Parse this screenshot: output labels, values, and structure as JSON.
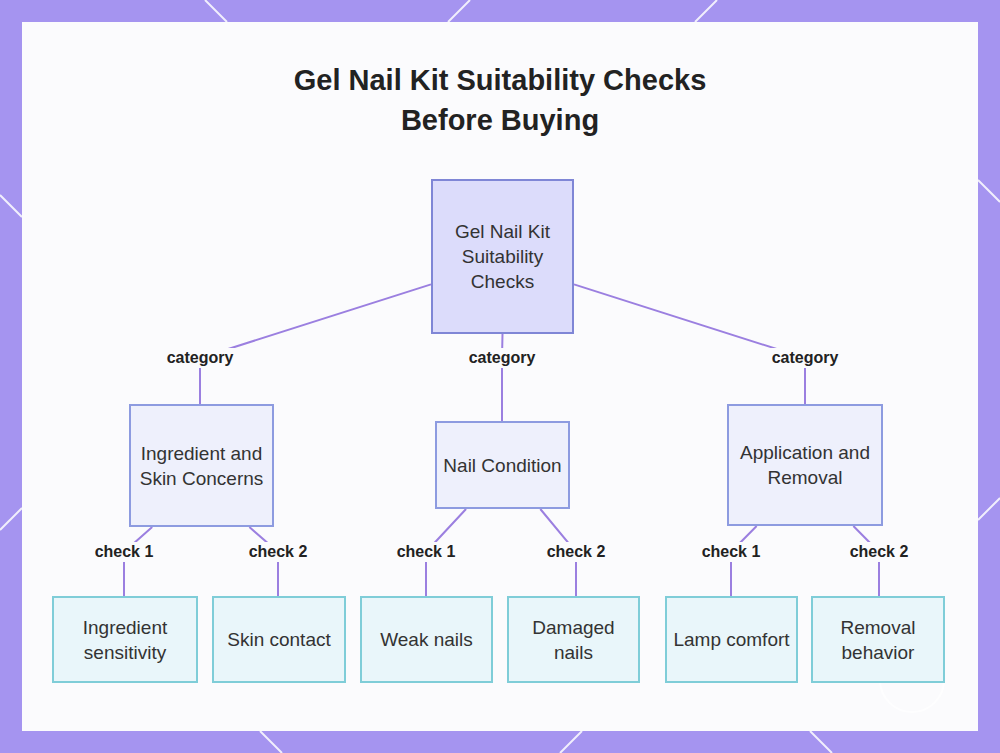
{
  "diagram": {
    "title": "Gel Nail Kit Suitability Checks Before Buying",
    "nodes": [
      {
        "text": [
          "Gel Nail Kit Suitability Checks"
        ]
      },
      {
        "text": [
          "Ingredient and Skin Concerns"
        ]
      },
      {
        "text": [
          "Nail Condition"
        ]
      },
      {
        "text": [
          "Application and Removal"
        ]
      },
      {
        "text": [
          "Ingredient sensitivity"
        ]
      },
      {
        "text": [
          "Skin contact"
        ]
      },
      {
        "text": [
          "Weak nails"
        ]
      },
      {
        "text": [
          "Damaged nails"
        ]
      },
      {
        "text": [
          "Lamp comfort"
        ]
      },
      {
        "text": [
          "Removal behavior"
        ]
      }
    ],
    "edges": [
      {
        "from": 0,
        "to": 1,
        "label": "category",
        "arrow": "none"
      },
      {
        "from": 0,
        "to": 2,
        "label": "category",
        "arrow": "none"
      },
      {
        "from": 0,
        "to": 3,
        "label": "category",
        "arrow": "none"
      },
      {
        "from": 1,
        "to": 4,
        "label": "check 1",
        "arrow": "none"
      },
      {
        "from": 1,
        "to": 5,
        "label": "check 2",
        "arrow": "none"
      },
      {
        "from": 2,
        "to": 6,
        "label": "check 1",
        "arrow": "none"
      },
      {
        "from": 2,
        "to": 7,
        "label": "check 2",
        "arrow": "none"
      },
      {
        "from": 3,
        "to": 8,
        "label": "check 1",
        "arrow": "none"
      },
      {
        "from": 3,
        "to": 9,
        "label": "check 2",
        "arrow": "none"
      }
    ]
  }
}
